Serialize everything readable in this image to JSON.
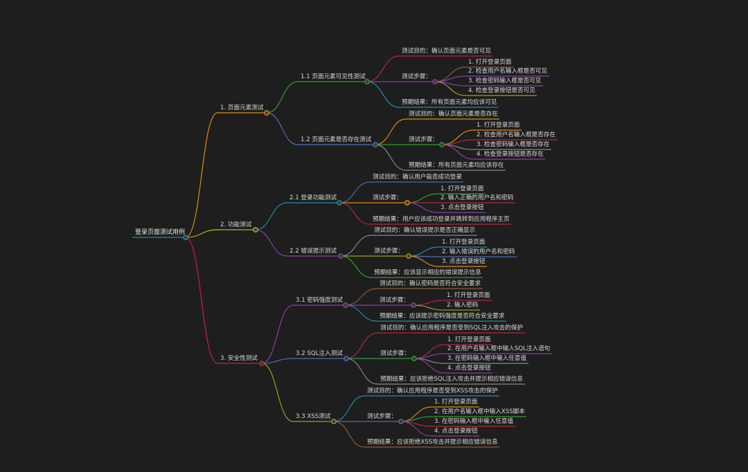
{
  "title": "登录页面测试用例",
  "colors": {
    "background": "#1e1e1e",
    "text": "#d8d8d8",
    "branch_1": "#e08a12",
    "branch_2": "#b5b81a",
    "branch_3": "#d11d3c",
    "blue": "#4a6fb0",
    "teal": "#1d8fa8",
    "green": "#2e9e2e",
    "purple": "#8c3fa8",
    "maroon": "#b02a3c",
    "olive": "#9aa01e",
    "gray": "#888888",
    "brown": "#8a5a3c",
    "orange": "#e08a12"
  },
  "tree": {
    "label": "登录页面测试用例",
    "children": [
      {
        "label": "1. 页面元素测试",
        "children": [
          {
            "label": "1.1 页面元素可见性测试",
            "children": [
              {
                "label": "测试目的：确认页面元素是否可见"
              },
              {
                "label": "测试步骤：",
                "children": [
                  {
                    "label": "1. 打开登录页面"
                  },
                  {
                    "label": "2. 检查用户名输入框是否可见"
                  },
                  {
                    "label": "3. 检查密码输入框是否可见"
                  },
                  {
                    "label": "4. 检查登录按钮是否可见"
                  }
                ]
              },
              {
                "label": "预期结果：所有页面元素均应该可见"
              }
            ]
          },
          {
            "label": "1.2 页面元素是否存在测试",
            "children": [
              {
                "label": "测试目的：确认页面元素是否存在"
              },
              {
                "label": "测试步骤：",
                "children": [
                  {
                    "label": "1. 打开登录页面"
                  },
                  {
                    "label": "2. 检查用户名输入框是否存在"
                  },
                  {
                    "label": "3. 检查密码输入框是否存在"
                  },
                  {
                    "label": "4. 检查登录按钮是否存在"
                  }
                ]
              },
              {
                "label": "预期结果：所有页面元素均应该存在"
              }
            ]
          }
        ]
      },
      {
        "label": "2. 功能测试",
        "children": [
          {
            "label": "2.1 登录功能测试",
            "children": [
              {
                "label": "测试目的：确认用户能否成功登录"
              },
              {
                "label": "测试步骤：",
                "children": [
                  {
                    "label": "1. 打开登录页面"
                  },
                  {
                    "label": "2. 输入正确的用户名和密码"
                  },
                  {
                    "label": "3. 点击登录按钮"
                  }
                ]
              },
              {
                "label": "预期结果：用户应该成功登录并跳转到应用程序主页"
              }
            ]
          },
          {
            "label": "2.2 错误提示测试",
            "children": [
              {
                "label": "测试目的：确认错误提示是否正确显示"
              },
              {
                "label": "测试步骤：",
                "children": [
                  {
                    "label": "1. 打开登录页面"
                  },
                  {
                    "label": "2. 输入错误的用户名和密码"
                  },
                  {
                    "label": "3. 点击登录按钮"
                  }
                ]
              },
              {
                "label": "预期结果：应该显示相应的错误提示信息"
              }
            ]
          }
        ]
      },
      {
        "label": "3. 安全性测试",
        "children": [
          {
            "label": "3.1 密码强度测试",
            "children": [
              {
                "label": "测试目的：确认密码是否符合安全要求"
              },
              {
                "label": "测试步骤：",
                "children": [
                  {
                    "label": "1. 打开登录页面"
                  },
                  {
                    "label": "2. 输入密码"
                  }
                ]
              },
              {
                "label": "预期结果：应该提示密码强度是否符合安全要求"
              }
            ]
          },
          {
            "label": "3.2 SQL注入测试",
            "children": [
              {
                "label": "测试目的：确认应用程序是否受到SQL注入攻击的保护"
              },
              {
                "label": "测试步骤：",
                "children": [
                  {
                    "label": "1. 打开登录页面"
                  },
                  {
                    "label": "2. 在用户名输入框中输入SQL注入语句"
                  },
                  {
                    "label": "3. 在密码输入框中输入任意值"
                  },
                  {
                    "label": "4. 点击登录按钮"
                  }
                ]
              },
              {
                "label": "预期结果：应该拒绝SQL注入攻击并提示相应错误信息"
              }
            ]
          },
          {
            "label": "3.3 XSS测试",
            "children": [
              {
                "label": "测试目的：确认应用程序是否受到XSS攻击的保护"
              },
              {
                "label": "测试步骤：",
                "children": [
                  {
                    "label": "1. 打开登录页面"
                  },
                  {
                    "label": "2. 在用户名输入框中输入XSS脚本"
                  },
                  {
                    "label": "3. 在密码输入框中输入任意值"
                  },
                  {
                    "label": "4. 点击登录按钮"
                  }
                ]
              },
              {
                "label": "预期结果：应该拒绝XSS攻击并提示相应错误信息"
              }
            ]
          }
        ]
      }
    ]
  }
}
